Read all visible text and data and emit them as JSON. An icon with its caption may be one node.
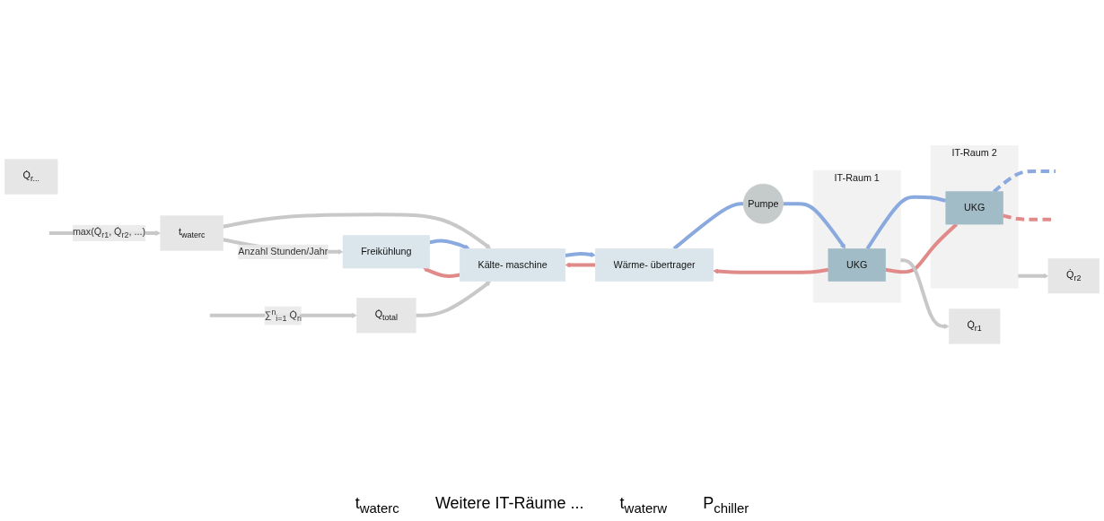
{
  "diagram": {
    "nodes": [
      {
        "text": [
          "Freikühlung"
        ]
      },
      {
        "text": [
          "Kälte- maschine"
        ]
      },
      {
        "text": [
          "Wärme- übertrager"
        ]
      },
      {
        "text": [
          "Pumpe"
        ]
      },
      {
        "text": [
          "IT-Raum 1"
        ]
      },
      {
        "text": [
          "UKG"
        ],
        "in": 4
      },
      {
        "text": [
          "IT-Raum 2"
        ]
      },
      {
        "text": [
          "UKG"
        ],
        "in": 6
      },
      {
        "text": [
          "Q̇$_{r1}$"
        ]
      },
      {
        "text": [
          "Q̇$_{r2}$"
        ]
      },
      {
        "text": [
          "Q̇$_{r...}$"
        ]
      },
      {
        "text": [
          "Q̇$_{total}$"
        ]
      },
      {
        "text": [
          "t$_{waterc}$"
        ]
      }
    ],
    "edges": [
      {
        "from": 1,
        "to": 0,
        "arrow": "to",
        "color": "#e08a8a"
      },
      {
        "from": 0,
        "to": 1,
        "arrow": "to",
        "color": "#8aaadf"
      },
      {
        "from": 1,
        "to": 2,
        "arrow": "to",
        "color": "#8aaadf"
      },
      {
        "from": 2,
        "to": 1,
        "arrow": "to",
        "color": "#e08a8a"
      },
      {
        "from": 2,
        "to": 3,
        "arrow": "none",
        "color": "#8aaadf"
      },
      {
        "from": 3,
        "to": 5,
        "arrow": "to",
        "color": "#8aaadf"
      },
      {
        "from": 5,
        "to": 7,
        "arrow": "none",
        "color": "#8aaadf"
      },
      {
        "from": 7,
        "to": null,
        "arrow": "none",
        "style": "dashed",
        "color": "#8aaadf"
      },
      {
        "from": null,
        "to": 7,
        "arrow": "none",
        "style": "dashed",
        "color": "#e08a8a"
      },
      {
        "from": 7,
        "to": 5,
        "arrow": "none",
        "color": "#e08a8a"
      },
      {
        "from": 5,
        "to": 2,
        "arrow": "to",
        "color": "#e08a8a"
      },
      {
        "from": 4,
        "to": 8,
        "arrow": "to"
      },
      {
        "from": 6,
        "to": 9,
        "arrow": "to"
      },
      {
        "from": null,
        "to": 11,
        "arrow": "to",
        "label": "∑$^{n}$$_{i=1}$ Q̇$_{ri}$"
      },
      {
        "from": null,
        "to": 12,
        "arrow": "to",
        "label": "max(Q̇$_{r1}$, Q̇$_{r2}$, ...)"
      },
      {
        "from": 11,
        "to": 1,
        "arrow": "to"
      },
      {
        "from": 12,
        "to": 1,
        "arrow": "to"
      },
      {
        "from": 12,
        "to": 0,
        "arrow": "to",
        "label": "Anzahl Stunden/Jahr"
      }
    ],
    "labels": [
      "t$_{waterc}$",
      "Weitere IT-Räume ...",
      "t$_{waterw}$",
      "P$_{chiller}$"
    ]
  }
}
